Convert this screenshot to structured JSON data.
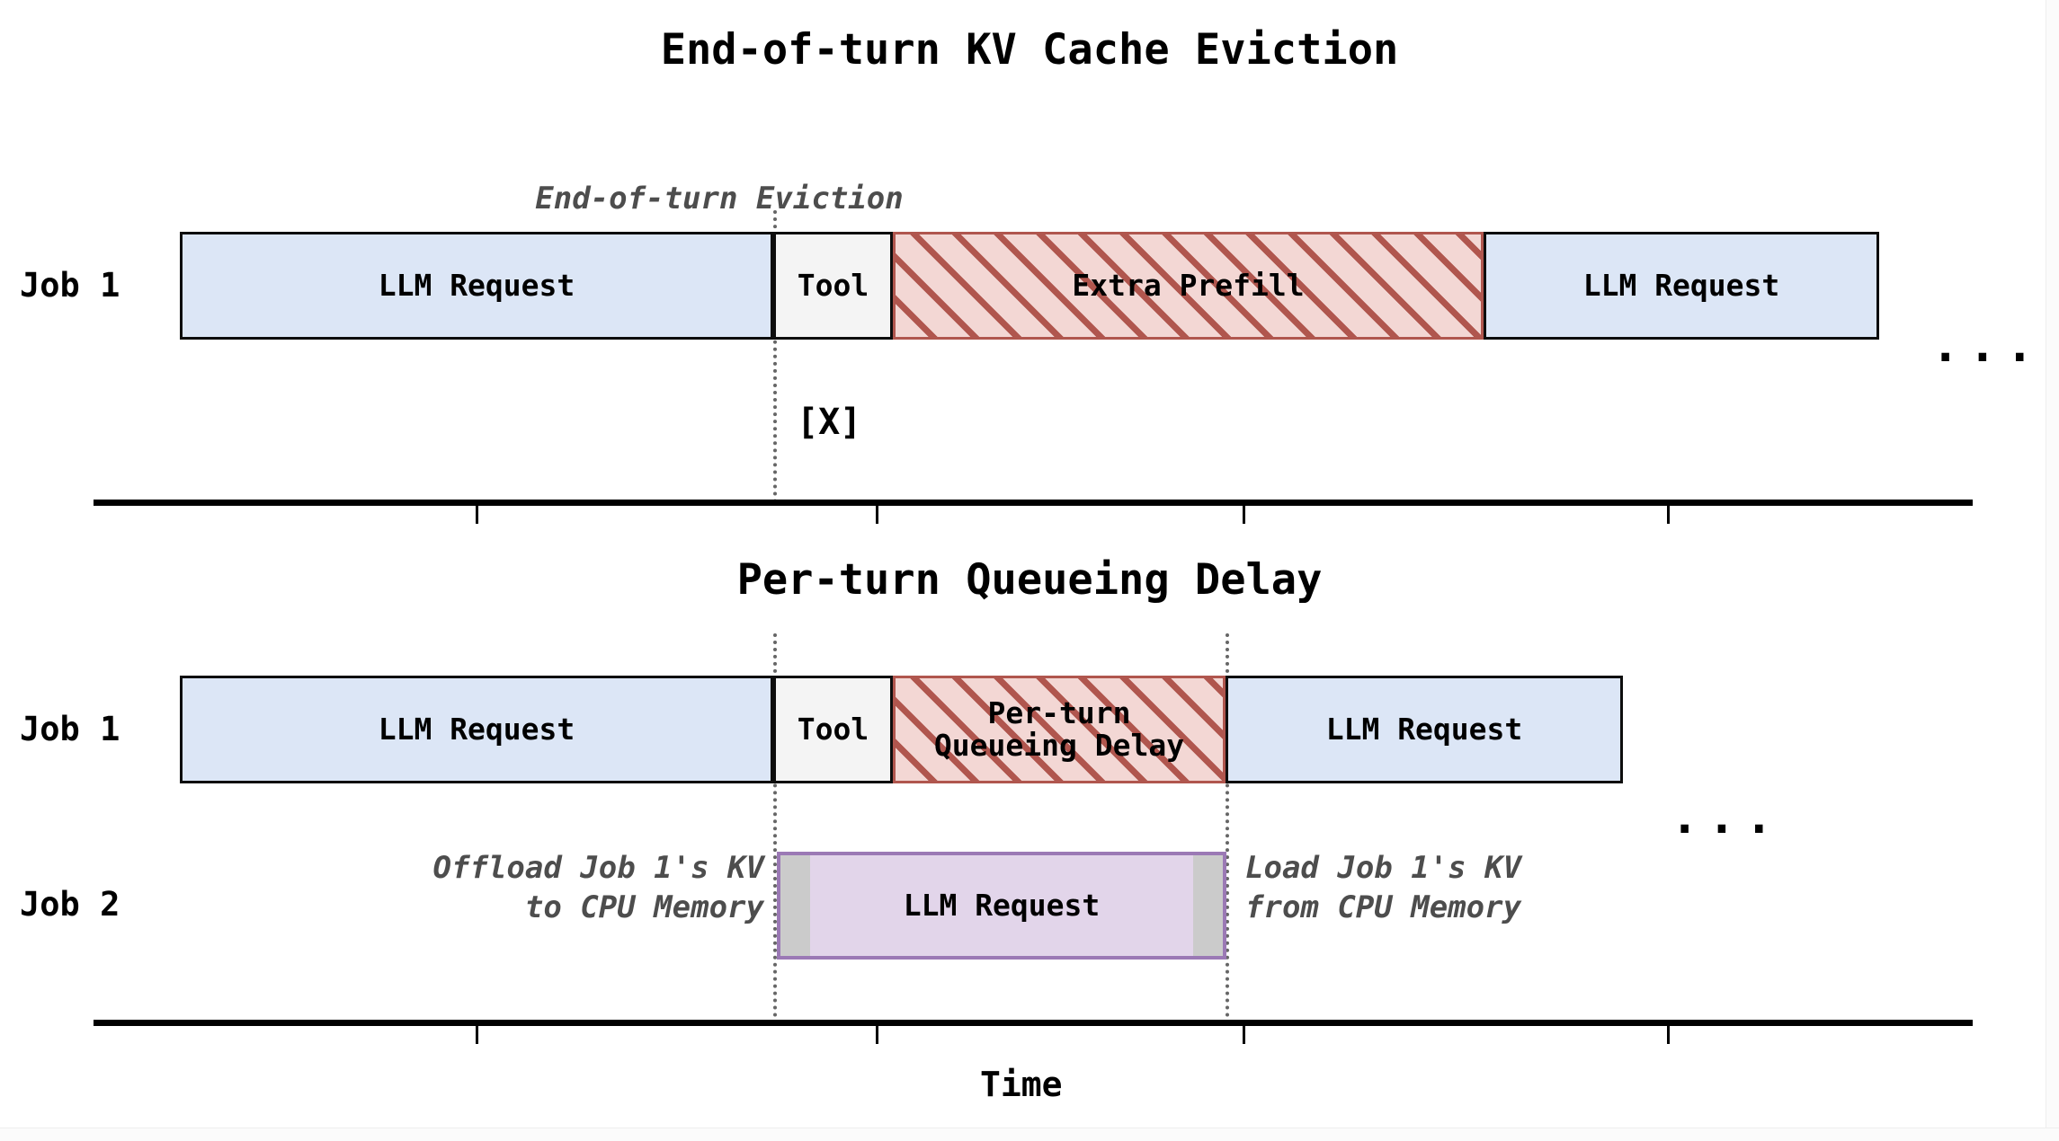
{
  "figure": {
    "panels": [
      {
        "id": "top",
        "title": "End-of-turn KV Cache Eviction",
        "annotation": "End-of-turn Eviction",
        "eviction_marker": "[X]",
        "ellipsis": "...",
        "rows": [
          {
            "label": "Job 1",
            "segments": [
              {
                "name": "llm-request-1",
                "label": "LLM Request",
                "style": "blue"
              },
              {
                "name": "tool",
                "label": "Tool",
                "style": "tool"
              },
              {
                "name": "extra-prefill",
                "label": "Extra Prefill",
                "style": "hatch"
              },
              {
                "name": "llm-request-2",
                "label": "LLM Request",
                "style": "blue"
              }
            ]
          }
        ]
      },
      {
        "id": "bottom",
        "title": "Per-turn Queueing Delay",
        "axis_title": "Time",
        "ellipsis": "...",
        "rows": [
          {
            "label": "Job 1",
            "segments": [
              {
                "name": "llm-request-1",
                "label": "LLM Request",
                "style": "blue"
              },
              {
                "name": "tool",
                "label": "Tool",
                "style": "tool"
              },
              {
                "name": "queueing-delay",
                "label": "Per-turn\nQueueing Delay",
                "style": "hatch"
              },
              {
                "name": "llm-request-2",
                "label": "LLM Request",
                "style": "blue"
              }
            ]
          },
          {
            "label": "Job 2",
            "segments": [
              {
                "name": "llm-request-job2",
                "label": "LLM Request",
                "style": "purple"
              }
            ],
            "annotations": [
              {
                "name": "offload-note",
                "text": "Offload Job 1's KV\n   to CPU Memory"
              },
              {
                "name": "load-note",
                "text": "Load Job 1's KV\nfrom CPU Memory"
              }
            ]
          }
        ]
      }
    ]
  },
  "chart_data": {
    "type": "bar",
    "title": "KV cache eviction vs per-turn queueing delay timeline",
    "xlabel": "Time",
    "ylabel": "",
    "grid": false,
    "legend": null,
    "panels": [
      {
        "title": "End-of-turn KV Cache Eviction",
        "rows": [
          {
            "name": "Job 1",
            "spans": [
              {
                "label": "LLM Request",
                "start": 0.0,
                "end": 3.49,
                "fill": "#dce6f6",
                "hatched": false
              },
              {
                "label": "Tool",
                "start": 3.49,
                "end": 4.2,
                "fill": "#f4f4f4",
                "hatched": false
              },
              {
                "label": "Extra Prefill",
                "start": 4.2,
                "end": 7.67,
                "fill": "#f3d7d4",
                "hatched": true
              },
              {
                "label": "LLM Request",
                "start": 7.67,
                "end": 10.0,
                "fill": "#dce6f6",
                "hatched": false
              }
            ]
          }
        ],
        "markers": [
          {
            "label": "End-of-turn Eviction",
            "x": 3.49,
            "style": "dotted-vline"
          },
          {
            "label": "[X]",
            "x": 3.49,
            "style": "text"
          }
        ]
      },
      {
        "title": "Per-turn Queueing Delay",
        "rows": [
          {
            "name": "Job 1",
            "spans": [
              {
                "label": "LLM Request",
                "start": 0.0,
                "end": 3.49,
                "fill": "#dce6f6",
                "hatched": false
              },
              {
                "label": "Tool",
                "start": 3.49,
                "end": 4.2,
                "fill": "#f4f4f4",
                "hatched": false
              },
              {
                "label": "Per-turn Queueing Delay",
                "start": 4.2,
                "end": 6.15,
                "fill": "#f3d7d4",
                "hatched": true
              },
              {
                "label": "LLM Request",
                "start": 6.15,
                "end": 8.49,
                "fill": "#dce6f6",
                "hatched": false
              }
            ]
          },
          {
            "name": "Job 2",
            "spans": [
              {
                "label": "Offload Job 1's KV to CPU Memory",
                "start": 3.49,
                "end": 3.7,
                "fill": "#cbcbcb",
                "hatched": false
              },
              {
                "label": "LLM Request",
                "start": 3.7,
                "end": 5.94,
                "fill": "#e2d5ea",
                "hatched": false
              },
              {
                "label": "Load Job 1's KV from CPU Memory",
                "start": 5.94,
                "end": 6.15,
                "fill": "#cbcbcb",
                "hatched": false
              }
            ]
          }
        ],
        "markers": [
          {
            "label": "",
            "x": 3.49,
            "style": "dotted-vline"
          },
          {
            "label": "",
            "x": 6.15,
            "style": "dotted-vline"
          }
        ]
      }
    ],
    "xticks": [
      1.74,
      4.09,
      6.25,
      8.74
    ],
    "xticklabels": [
      "",
      "",
      "",
      ""
    ],
    "xlim": [
      0,
      10
    ]
  }
}
